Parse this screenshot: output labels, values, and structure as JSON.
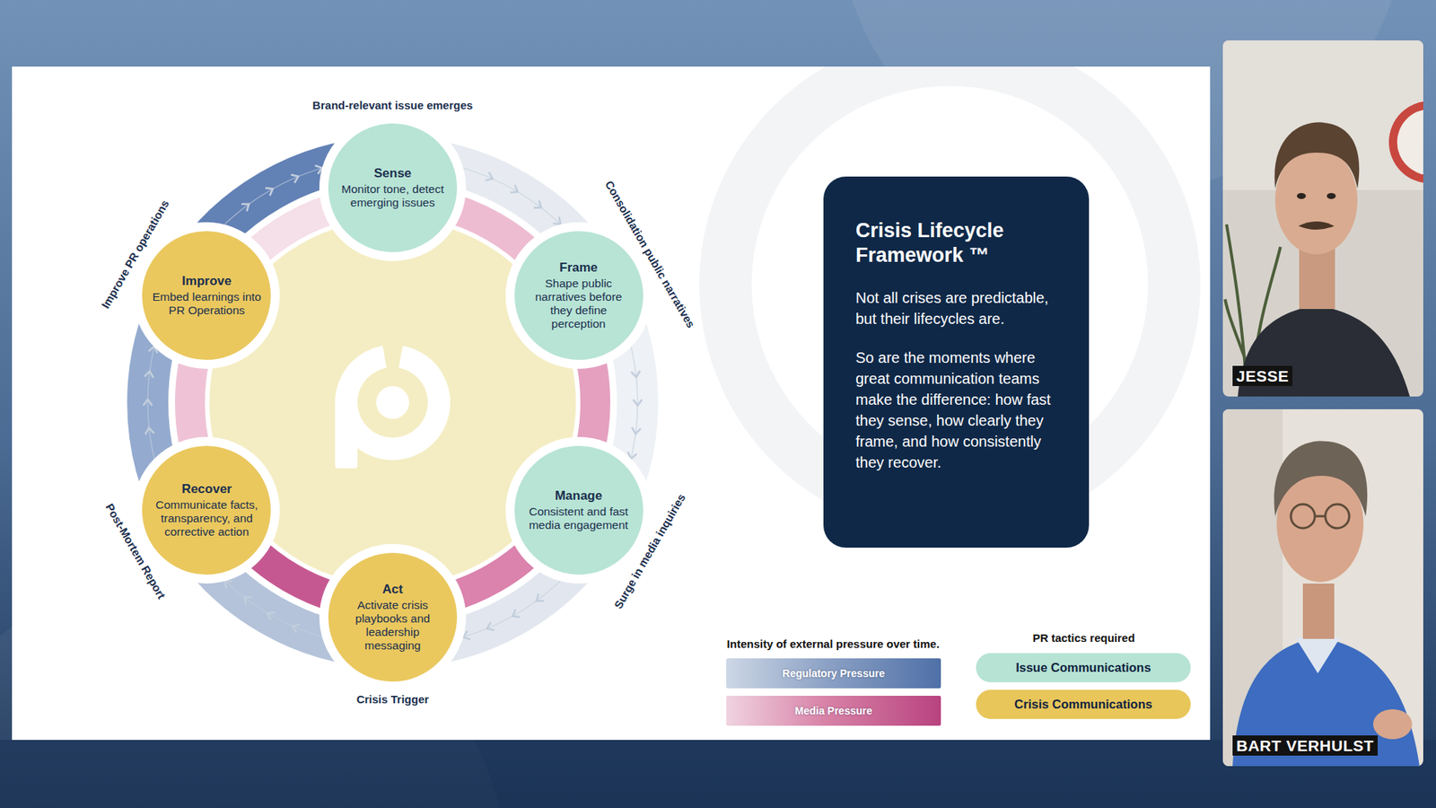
{
  "diagram": {
    "nodes": [
      {
        "text": [
          "Sense",
          "Monitor tone, detect emerging issues"
        ]
      },
      {
        "text": [
          "Frame",
          "Shape public narratives before they define perception"
        ]
      },
      {
        "text": [
          "Manage",
          "Consistent and fast media engagement"
        ]
      },
      {
        "text": [
          "Act",
          "Activate crisis playbooks and leadership messaging"
        ]
      },
      {
        "text": [
          "Recover",
          "Communicate facts, transparency, and corrective action"
        ]
      },
      {
        "text": [
          "Improve",
          "Embed learnings into PR Operations"
        ]
      },
      {
        "text": [
          "Crisis Lifecycle Framework ™",
          "Not all crises are predictable, but their lifecycles are.",
          "So are the moments where great communication teams make the difference: how fast they sense, how clearly they frame, and how consistently they recover."
        ]
      }
    ],
    "edges": [
      {
        "from": 0,
        "to": 1,
        "arrow": "to"
      },
      {
        "from": 1,
        "to": 2,
        "arrow": "to"
      },
      {
        "from": 2,
        "to": 3,
        "arrow": "to"
      },
      {
        "from": 3,
        "to": 4,
        "arrow": "to"
      },
      {
        "from": 4,
        "to": 5,
        "arrow": "to"
      },
      {
        "from": 5,
        "to": 0,
        "arrow": "to"
      }
    ],
    "labels": [
      "Brand-relevant issue emerges",
      "Consolidation public narratives",
      "Surge in media inquiries",
      "Crisis Trigger",
      "Post-Mortem Report",
      "Improve PR operations",
      "Intensity of external pressure over time.",
      "PR tactics required",
      "JESSE",
      "BART VERHULST"
    ],
    "legend": [
      {
        "text": "Regulatory Pressure"
      },
      {
        "text": "Media Pressure"
      },
      {
        "text": "Issue Communications",
        "color": "#b6e3d4"
      },
      {
        "text": "Crisis Communications",
        "color": "#e8c65a"
      }
    ]
  }
}
